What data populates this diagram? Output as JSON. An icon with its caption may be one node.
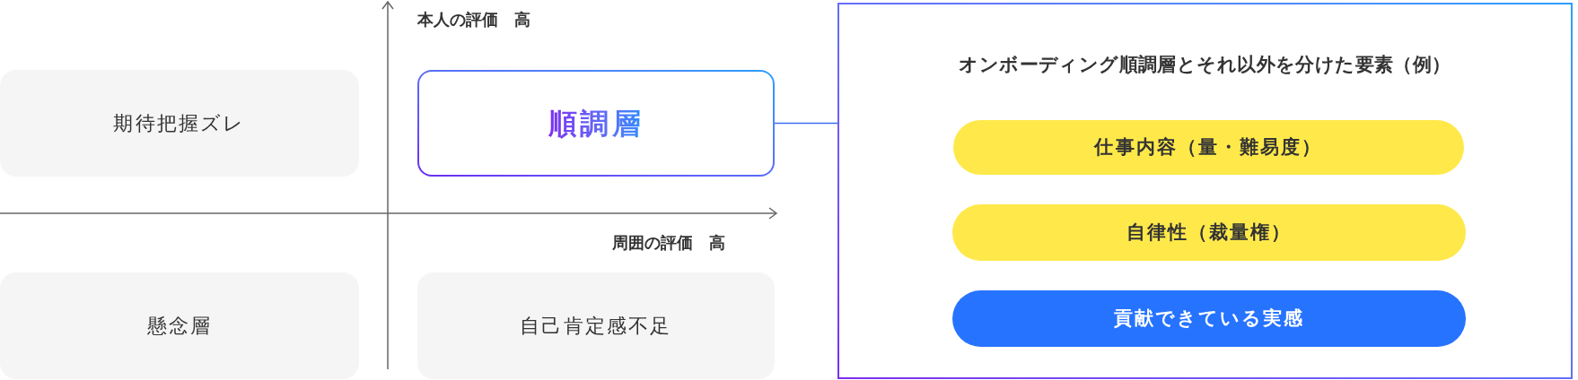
{
  "diagram": {
    "nodes": [
      {
        "text": [
          "期待把握ズレ"
        ]
      },
      {
        "text": [
          "順調層"
        ]
      },
      {
        "text": [
          "懸念層"
        ]
      },
      {
        "text": [
          "自己肯定感不足"
        ]
      },
      {
        "text": [
          "オンボーディング順調層とそれ以外を分けた要素（例）"
        ]
      },
      {
        "text": [
          "仕事内容（量・難易度）"
        ],
        "in": 4
      },
      {
        "text": [
          "自律性（裁量権）"
        ],
        "in": 4
      },
      {
        "text": [
          "貢献できている実感"
        ],
        "in": 4
      }
    ],
    "edges": [
      {
        "from": 1,
        "to": 4,
        "arrow": "none"
      }
    ],
    "labels": [
      "本人の評価　高",
      "周囲の評価　高"
    ]
  }
}
